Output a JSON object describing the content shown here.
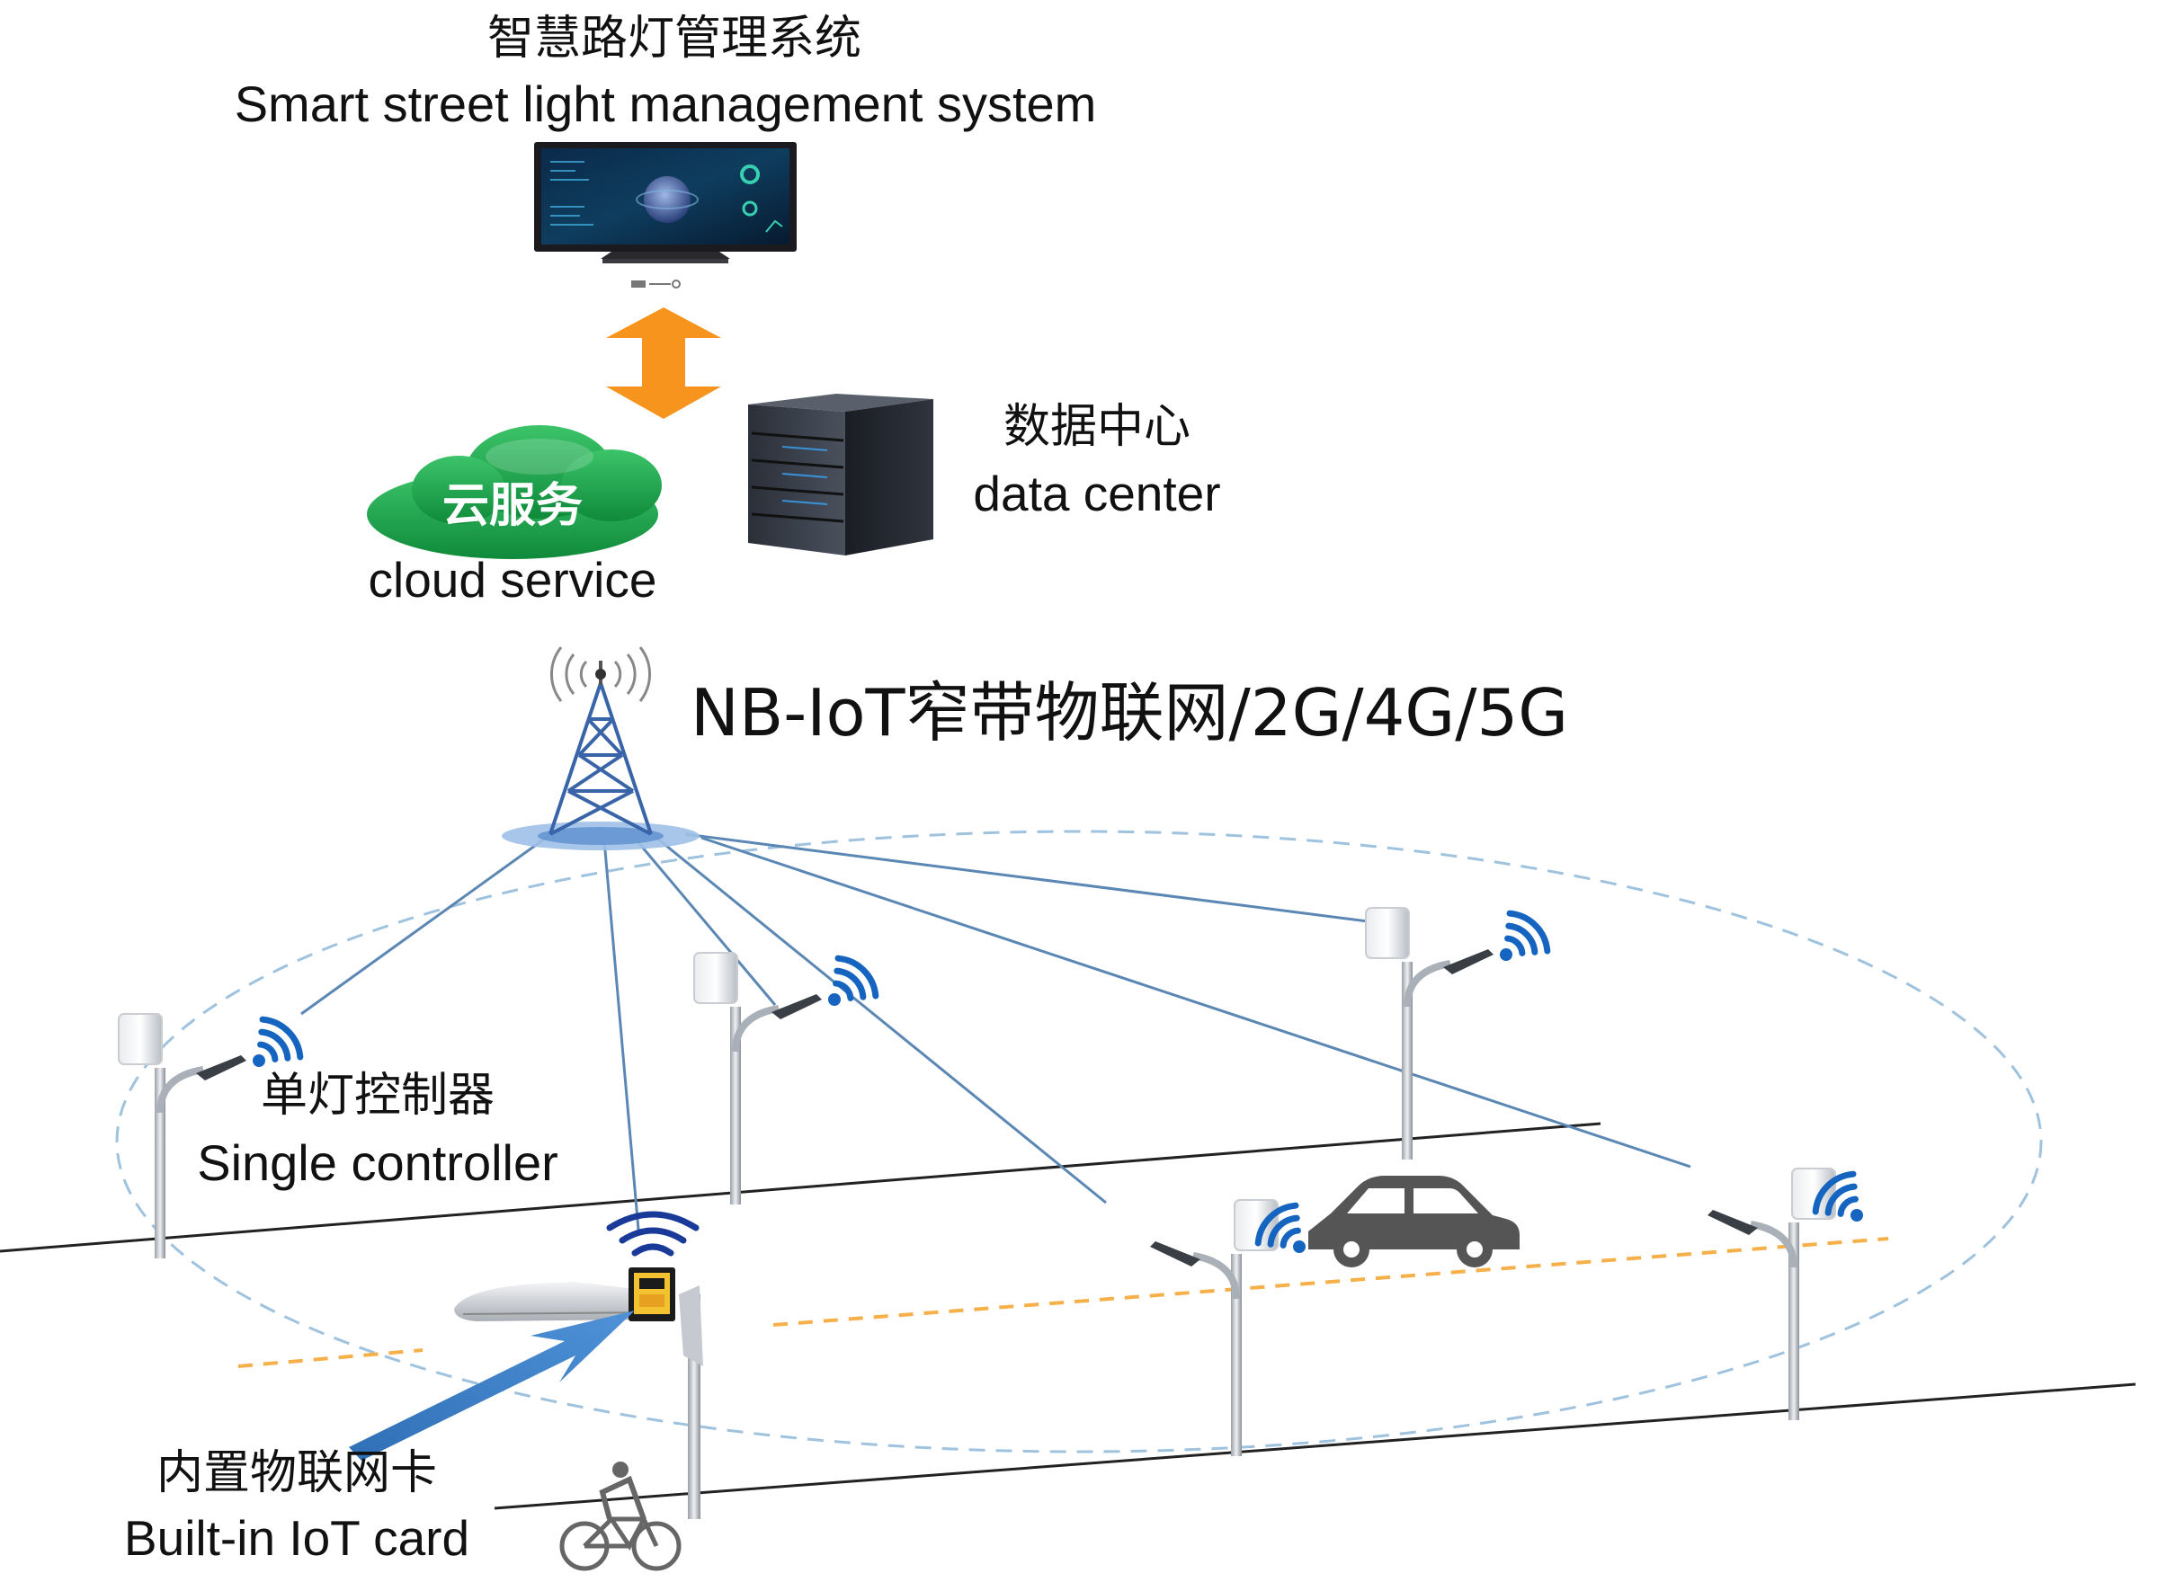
{
  "system": {
    "title_zh": "智慧路灯管理系统",
    "title_en": "Smart street light management system"
  },
  "cloud": {
    "badge": "云服务",
    "label_en": "cloud service"
  },
  "datacenter": {
    "label_zh": "数据中心",
    "label_en": "data center"
  },
  "network": {
    "label": "NB-IoT窄带物联网/2G/4G/5G"
  },
  "controller": {
    "label_zh": "单灯控制器",
    "label_en": "Single controller"
  },
  "iot_card": {
    "label_zh": "内置物联网卡",
    "label_en": "Built-in IoT card"
  },
  "colors": {
    "arrow_orange": "#f7941d",
    "cloud_green": "#1aa64a",
    "signal_blue": "#1565c0",
    "link_blue": "#5b87b5",
    "lane_orange": "#f5b04a"
  }
}
